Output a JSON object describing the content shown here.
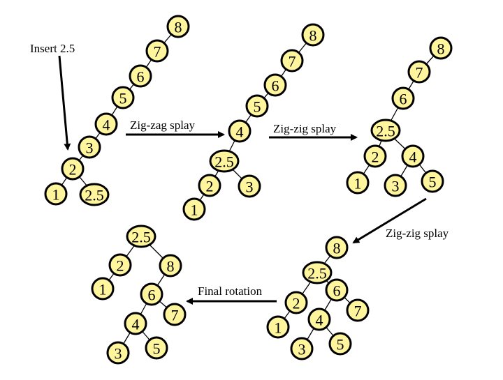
{
  "node_fill": "#FFF59D",
  "steps": [
    {
      "id": "t1",
      "nodes": [
        "8",
        "7",
        "6",
        "5",
        "4",
        "3",
        "2",
        "1",
        "2.5"
      ],
      "edges": [
        [
          "8",
          "7"
        ],
        [
          "7",
          "6"
        ],
        [
          "6",
          "5"
        ],
        [
          "5",
          "4"
        ],
        [
          "4",
          "3"
        ],
        [
          "3",
          "2"
        ],
        [
          "2",
          "1"
        ],
        [
          "2",
          "2.5"
        ]
      ]
    },
    {
      "id": "t2",
      "nodes": [
        "8",
        "7",
        "6",
        "5",
        "4",
        "2.5",
        "2",
        "3",
        "1"
      ],
      "edges": [
        [
          "8",
          "7"
        ],
        [
          "7",
          "6"
        ],
        [
          "6",
          "5"
        ],
        [
          "5",
          "4"
        ],
        [
          "4",
          "2.5"
        ],
        [
          "2.5",
          "2"
        ],
        [
          "2.5",
          "3"
        ],
        [
          "2",
          "1"
        ]
      ]
    },
    {
      "id": "t3",
      "nodes": [
        "8",
        "7",
        "6",
        "2.5",
        "2",
        "4",
        "1",
        "3",
        "5"
      ],
      "edges": [
        [
          "8",
          "7"
        ],
        [
          "7",
          "6"
        ],
        [
          "6",
          "2.5"
        ],
        [
          "2.5",
          "2"
        ],
        [
          "2.5",
          "4"
        ],
        [
          "2",
          "1"
        ],
        [
          "4",
          "3"
        ],
        [
          "4",
          "5"
        ]
      ]
    },
    {
      "id": "t4",
      "nodes": [
        "8",
        "2.5",
        "6",
        "2",
        "7",
        "1",
        "4",
        "3",
        "5"
      ],
      "edges": [
        [
          "8",
          "2.5"
        ],
        [
          "2.5",
          "2"
        ],
        [
          "2.5",
          "6"
        ],
        [
          "6",
          "4"
        ],
        [
          "6",
          "7"
        ],
        [
          "2",
          "1"
        ],
        [
          "4",
          "3"
        ],
        [
          "4",
          "5"
        ]
      ]
    },
    {
      "id": "t5",
      "nodes": [
        "2.5",
        "2",
        "8",
        "1",
        "6",
        "7",
        "4",
        "3",
        "5"
      ],
      "edges": [
        [
          "2.5",
          "2"
        ],
        [
          "2.5",
          "8"
        ],
        [
          "2",
          "1"
        ],
        [
          "8",
          "6"
        ],
        [
          "6",
          "7"
        ],
        [
          "6",
          "4"
        ],
        [
          "4",
          "3"
        ],
        [
          "4",
          "5"
        ]
      ]
    }
  ],
  "labels": {
    "insert": "Insert 2.5",
    "zigzag": "Zig-zag splay",
    "zigzig1": "Zig-zig splay",
    "zigzig2": "Zig-zig splay",
    "final": "Final rotation"
  }
}
